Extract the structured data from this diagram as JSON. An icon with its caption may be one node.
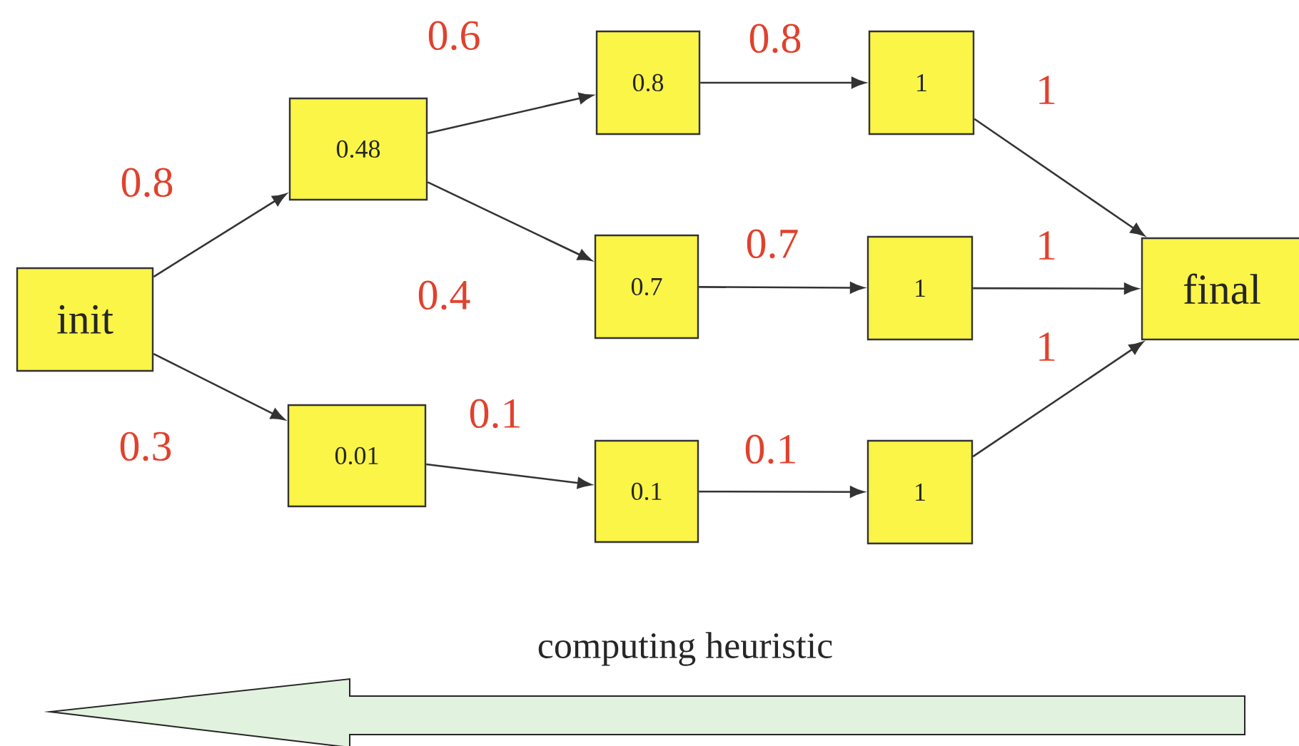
{
  "diagram": {
    "nodes": [
      {
        "text": [
          "init"
        ]
      },
      {
        "text": [
          "0.48"
        ]
      },
      {
        "text": [
          "0.01"
        ]
      },
      {
        "text": [
          "0.8"
        ]
      },
      {
        "text": [
          "0.7"
        ]
      },
      {
        "text": [
          "0.1"
        ]
      },
      {
        "text": [
          "1"
        ]
      },
      {
        "text": [
          "1"
        ]
      },
      {
        "text": [
          "1"
        ]
      },
      {
        "text": [
          "final"
        ]
      }
    ],
    "edges": [
      {
        "from": 0,
        "to": 1,
        "arrow": "to",
        "label": "0.8"
      },
      {
        "from": 0,
        "to": 2,
        "arrow": "to",
        "label": "0.3"
      },
      {
        "from": 1,
        "to": 3,
        "arrow": "to",
        "label": "0.6"
      },
      {
        "from": 1,
        "to": 4,
        "arrow": "to",
        "label": "0.4"
      },
      {
        "from": 2,
        "to": 5,
        "arrow": "to",
        "label": "0.1"
      },
      {
        "from": 3,
        "to": 6,
        "arrow": "to",
        "label": "0.8"
      },
      {
        "from": 4,
        "to": 7,
        "arrow": "to",
        "label": "0.7"
      },
      {
        "from": 5,
        "to": 8,
        "arrow": "to",
        "label": "0.1"
      },
      {
        "from": 6,
        "to": 9,
        "arrow": "to",
        "label": "1"
      },
      {
        "from": 7,
        "to": 9,
        "arrow": "to",
        "label": "1"
      },
      {
        "from": 8,
        "to": 9,
        "arrow": "to",
        "label": "1"
      }
    ],
    "labels": [
      "computing heuristic"
    ]
  }
}
